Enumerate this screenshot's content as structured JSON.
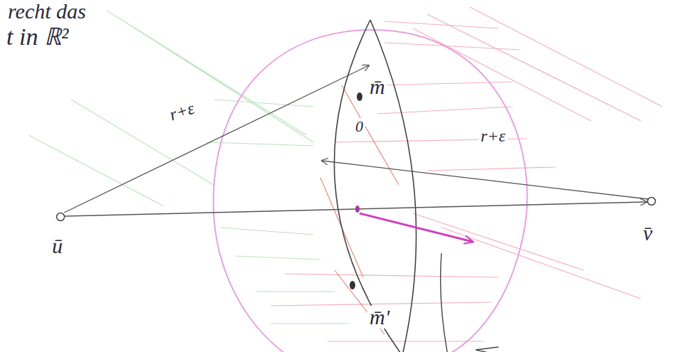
{
  "diagram": {
    "labels": [
      "recht das",
      "t in ℝ²",
      "r+ε",
      "m̄",
      "0",
      "r+ε",
      "ū",
      "v̄",
      "m̄'"
    ]
  }
}
